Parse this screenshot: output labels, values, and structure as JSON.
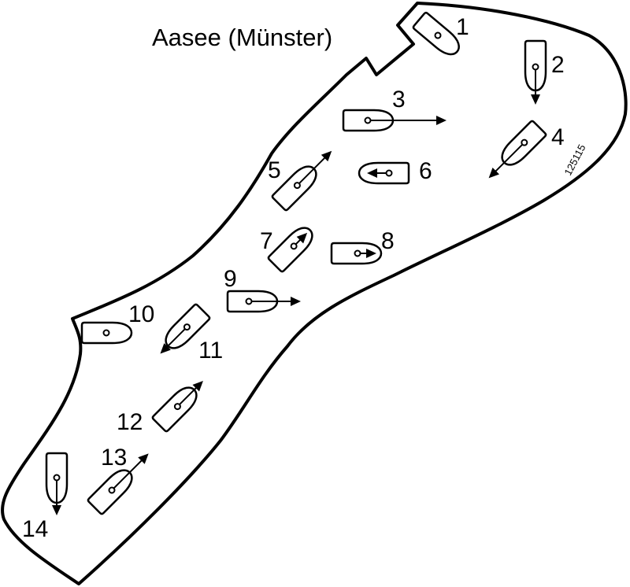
{
  "title": "Aasee (Münster)",
  "figure_code": "125115",
  "boats": [
    {
      "label": "1",
      "has_arrow": false
    },
    {
      "label": "2",
      "has_arrow": true
    },
    {
      "label": "3",
      "has_arrow": true
    },
    {
      "label": "4",
      "has_arrow": true
    },
    {
      "label": "5",
      "has_arrow": true
    },
    {
      "label": "6",
      "has_arrow": true
    },
    {
      "label": "7",
      "has_arrow": true
    },
    {
      "label": "8",
      "has_arrow": true
    },
    {
      "label": "9",
      "has_arrow": true
    },
    {
      "label": "10",
      "has_arrow": false
    },
    {
      "label": "11",
      "has_arrow": true
    },
    {
      "label": "12",
      "has_arrow": true
    },
    {
      "label": "13",
      "has_arrow": true
    },
    {
      "label": "14",
      "has_arrow": true
    }
  ],
  "colors": {
    "stroke": "#000000",
    "background": "#ffffff"
  }
}
